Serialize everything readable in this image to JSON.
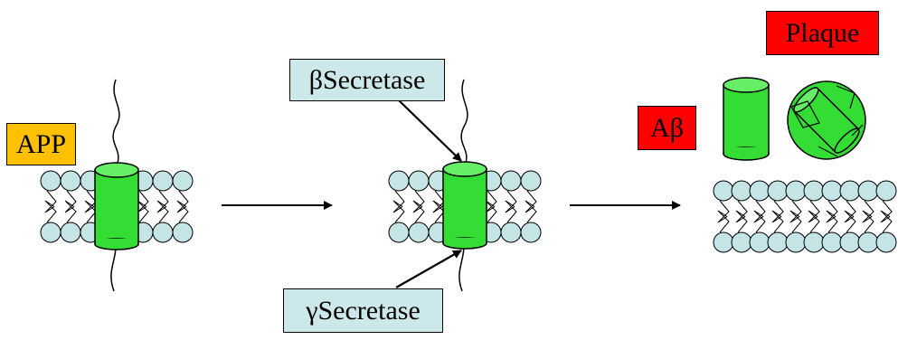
{
  "labels": {
    "app": "APP",
    "beta_secretase": "βSecretase",
    "gamma_secretase": "γSecretase",
    "abeta": "Aβ",
    "plaque": "Plaque"
  },
  "colors": {
    "app_fill": "#ffc000",
    "secretase_fill": "#cce8ea",
    "abeta_fill": "#ff0000",
    "plaque_fill": "#ff0000",
    "protein_green": "#33dd33",
    "protein_top": "#66ee66",
    "lipid_head": "#c4e4e6"
  }
}
